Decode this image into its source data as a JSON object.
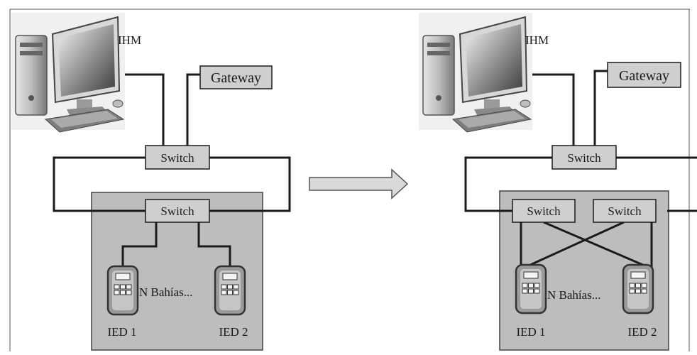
{
  "diagrams": [
    {
      "hmi_label": "IHM",
      "gateway_label": "Gateway",
      "top_switch_label": "Switch",
      "bay_switches": [
        "Switch"
      ],
      "ied_labels": [
        "IED 1",
        "IED 2"
      ],
      "bays_label": "N Bahías..."
    },
    {
      "hmi_label": "IHM",
      "gateway_label": "Gateway",
      "top_switch_label": "Switch",
      "bay_switches": [
        "Switch",
        "Switch"
      ],
      "ied_labels": [
        "IED 1",
        "IED 2"
      ],
      "bays_label": "N Bahías..."
    }
  ],
  "colors": {
    "box_fill": "#cfcfcf",
    "bay_fill": "#bdbdbd",
    "line": "#1a1a1a",
    "arrow_fill": "#d9d9d9",
    "ied_body": "#9a9a9a"
  },
  "icons": [
    "desktop-computer-icon",
    "ied-device-icon",
    "right-arrow-icon"
  ]
}
